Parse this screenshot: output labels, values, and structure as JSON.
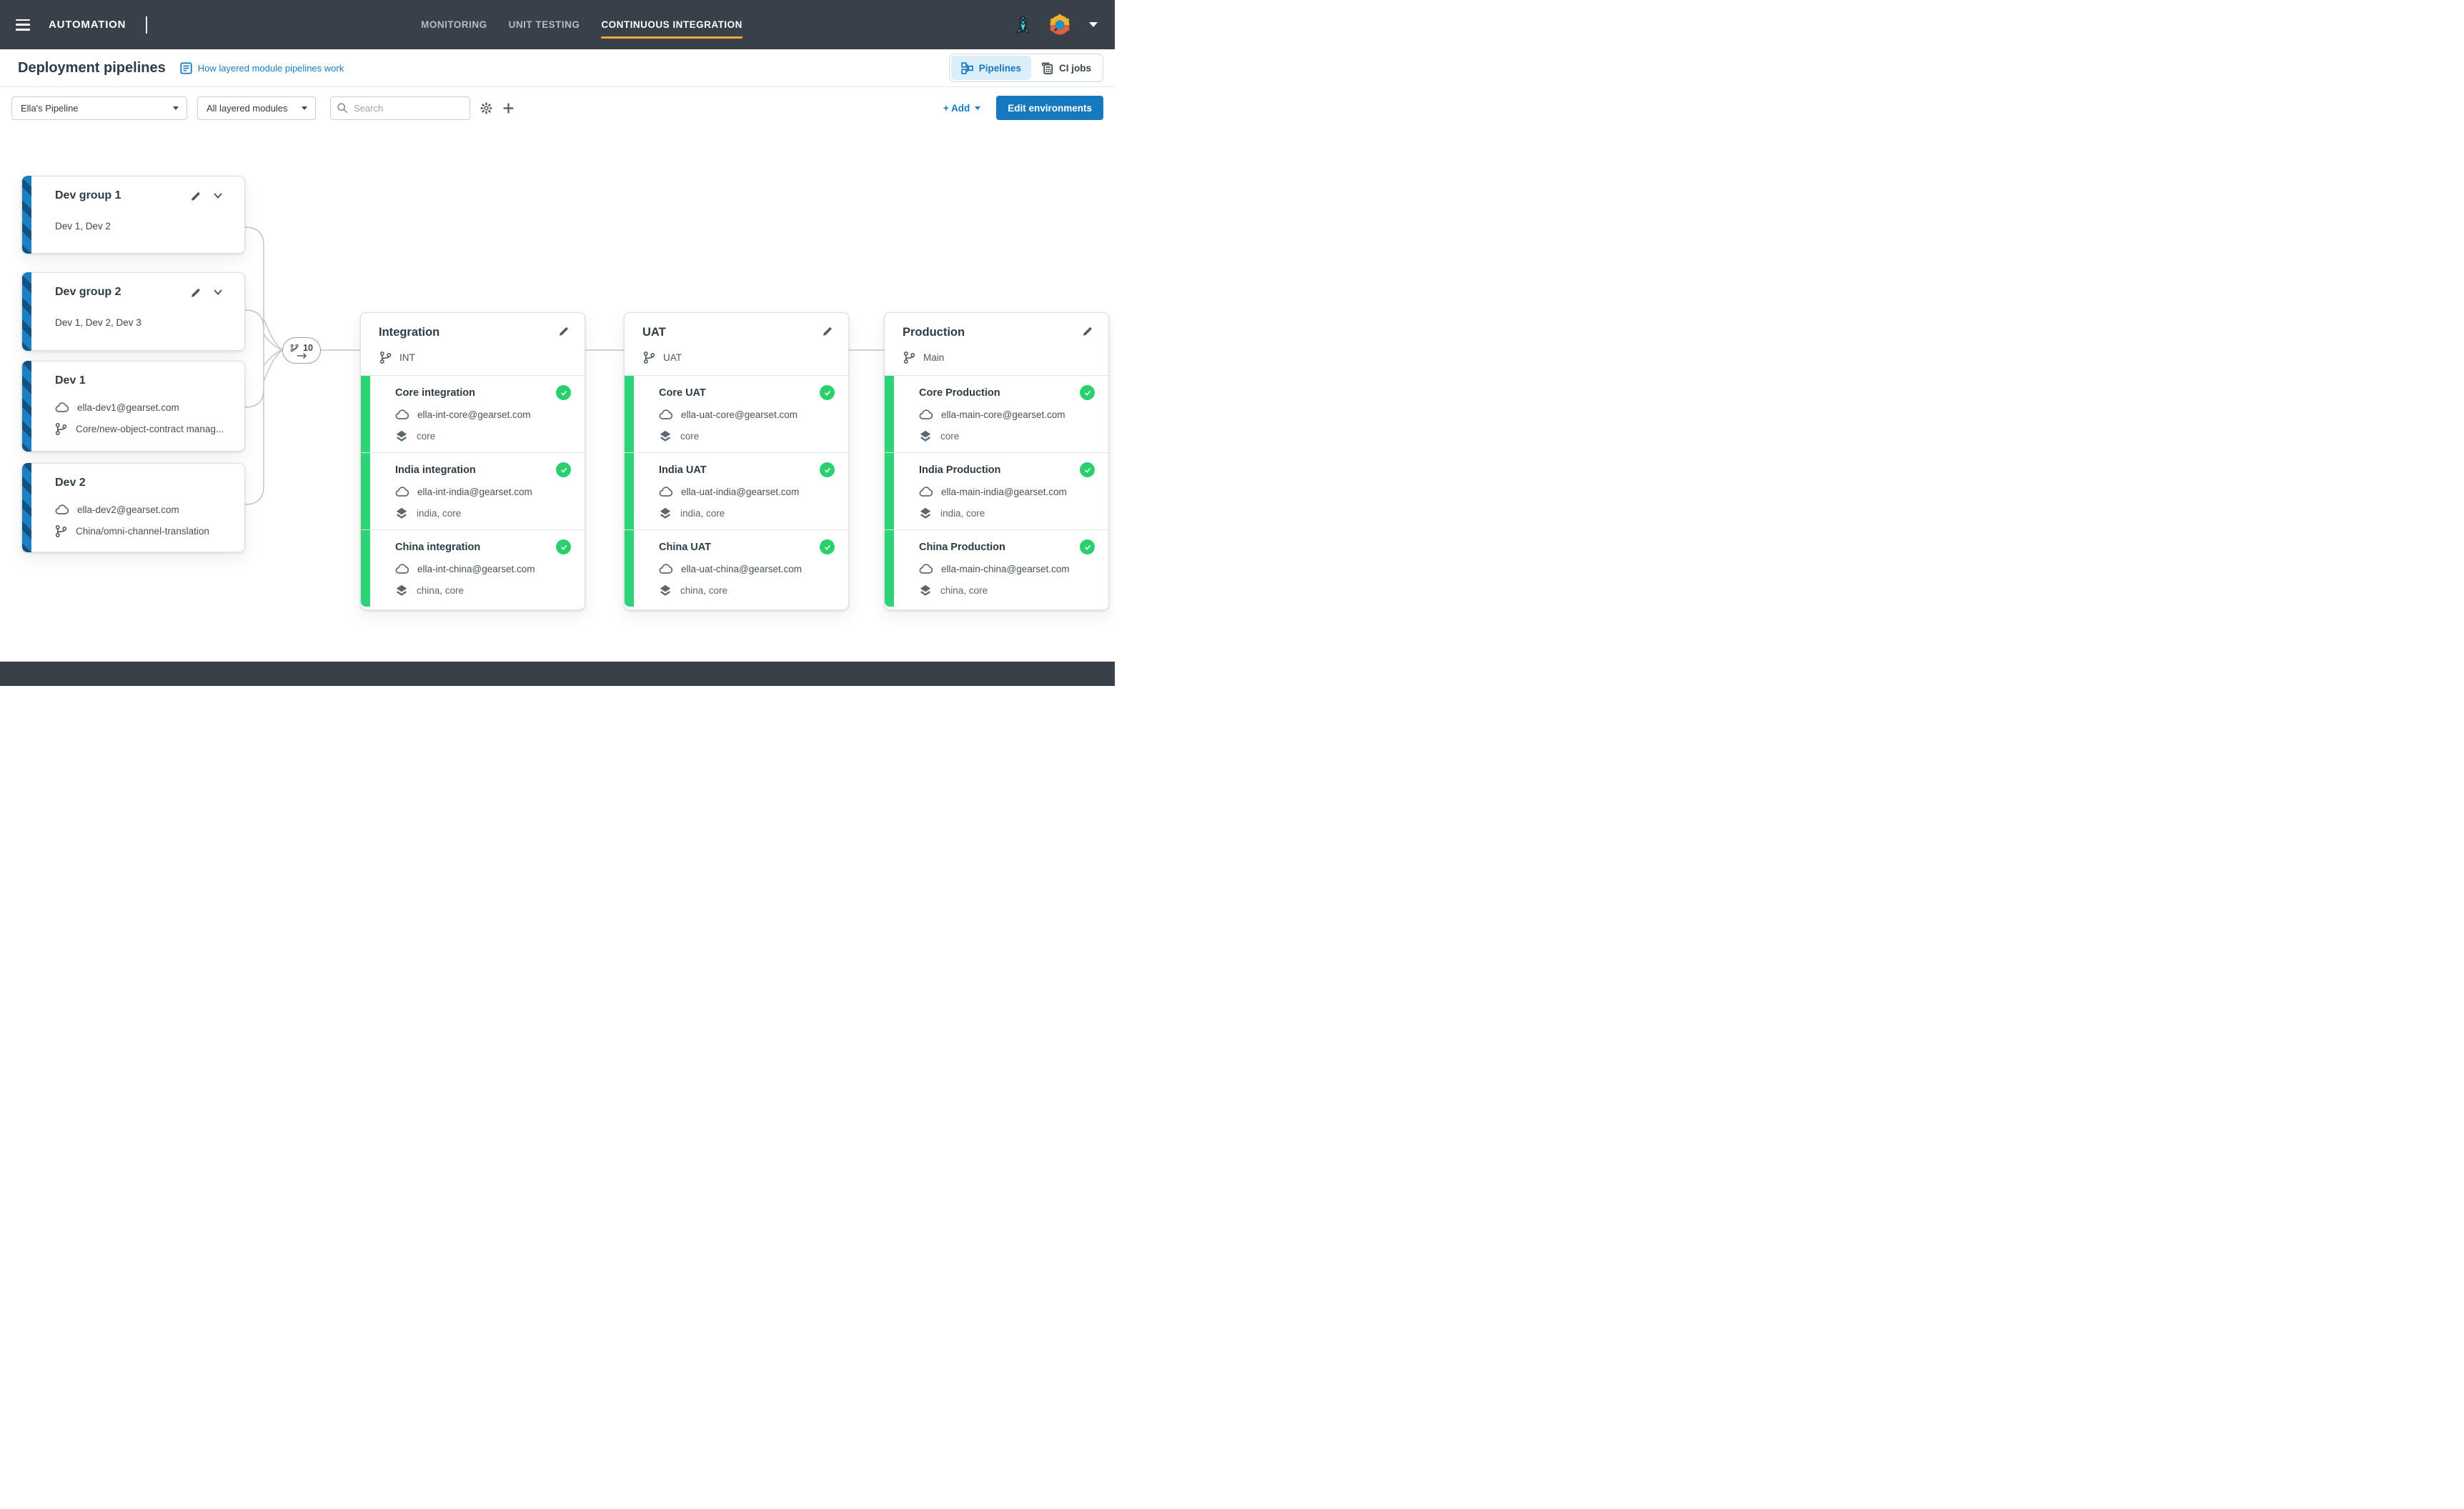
{
  "navbar": {
    "brand": "AUTOMATION",
    "menu_items": [
      {
        "label": "MONITORING"
      },
      {
        "label": "UNIT TESTING"
      },
      {
        "label": "CONTINUOUS INTEGRATION"
      }
    ],
    "active_item": "CONTINUOUS INTEGRATION"
  },
  "header": {
    "title": "Deployment pipelines",
    "help_link": "How layered module pipelines work",
    "toggle": {
      "pipelines": "Pipelines",
      "ci_jobs": "CI jobs",
      "active": "Pipelines"
    }
  },
  "toolbar": {
    "pipeline_select": "Ella's Pipeline",
    "modules_select": "All layered modules",
    "search_placeholder": "Search",
    "add_label": "+ Add",
    "edit_environments": "Edit environments"
  },
  "pipeline": {
    "dev_groups": [
      {
        "title": "Dev group 1",
        "members": "Dev 1, Dev 2"
      },
      {
        "title": "Dev group 2",
        "members": "Dev 1, Dev 2, Dev 3"
      }
    ],
    "dev_environments": [
      {
        "title": "Dev 1",
        "org": "ella-dev1@gearset.com",
        "branch": "Core/new-object-contract manag..."
      },
      {
        "title": "Dev 2",
        "org": "ella-dev2@gearset.com",
        "branch": "China/omni-channel-translation"
      }
    ],
    "merge_node": {
      "pr_count": "10"
    },
    "stages": [
      {
        "title": "Integration",
        "branch": "INT",
        "environments": [
          {
            "name": "Core integration",
            "org": "ella-int-core@gearset.com",
            "modules": "core",
            "status": "success"
          },
          {
            "name": "India integration",
            "org": "ella-int-india@gearset.com",
            "modules": "india, core",
            "status": "success"
          },
          {
            "name": "China integration",
            "org": "ella-int-china@gearset.com",
            "modules": "china, core",
            "status": "success"
          }
        ]
      },
      {
        "title": "UAT",
        "branch": "UAT",
        "environments": [
          {
            "name": "Core UAT",
            "org": "ella-uat-core@gearset.com",
            "modules": "core",
            "status": "success"
          },
          {
            "name": "India UAT",
            "org": "ella-uat-india@gearset.com",
            "modules": "india, core",
            "status": "success"
          },
          {
            "name": "China UAT",
            "org": "ella-uat-china@gearset.com",
            "modules": "china, core",
            "status": "success"
          }
        ]
      },
      {
        "title": "Production",
        "branch": "Main",
        "environments": [
          {
            "name": "Core Production",
            "org": "ella-main-core@gearset.com",
            "modules": "core",
            "status": "success"
          },
          {
            "name": "India Production",
            "org": "ella-main-india@gearset.com",
            "modules": "india, core",
            "status": "success"
          },
          {
            "name": "China Production",
            "org": "ella-main-china@gearset.com",
            "modules": "china, core",
            "status": "success"
          }
        ]
      }
    ]
  },
  "colors": {
    "navbar_bg": "#394049",
    "accent_blue": "#1779bd",
    "active_tab_underline": "#f2a53a",
    "success_green": "#2bd06e",
    "stage_band_green": "#2fd377",
    "dev_band_dark_blue": "#15517e",
    "dev_band_light_blue": "#1b7fc2"
  }
}
